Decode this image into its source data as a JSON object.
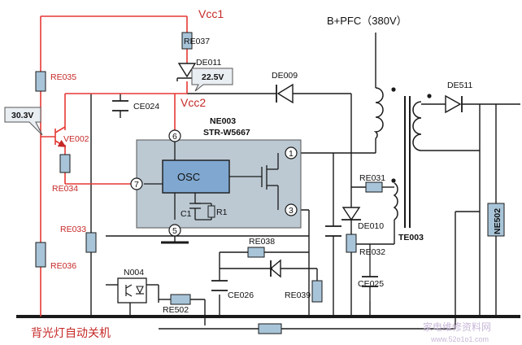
{
  "labels": {
    "vcc1": "Vcc1",
    "vcc2": "Vcc2",
    "bpfc": "B+PFC（380V）",
    "re037": "RE037",
    "de011": "DE011",
    "volt_22_5": "22.5V",
    "re035": "RE035",
    "volt_30_3": "30.3V",
    "ce024": "CE024",
    "ve002": "VE002",
    "re034": "RE034",
    "ne003": "NE003",
    "str_w5667": "STR-W5667",
    "osc": "OSC",
    "c1": "C1",
    "r1": "R1",
    "pin1": "1",
    "pin3": "3",
    "pin5": "5",
    "pin6": "6",
    "pin7": "7",
    "de009": "DE009",
    "de511": "DE511",
    "re031": "RE031",
    "de010": "DE010",
    "te003": "TE003",
    "re032": "RE032",
    "ne502": "NE502",
    "re033": "RE033",
    "re036": "RE036",
    "re038": "RE038",
    "n004": "N004",
    "ce026": "CE026",
    "re039": "RE039",
    "ce025": "CE025",
    "re502": "RE502",
    "caption": "背光灯自动关机",
    "watermark": "家电维修资料网",
    "watermark_url": "www.52o1o1.com"
  },
  "colors": {
    "red_wire": "#e53935",
    "wire": "#1a1a1a",
    "chip_fill": "#bcc9d3",
    "osc_fill": "#7fa7d0",
    "component_fill": "#a8c4d8",
    "callout_fill": "#e9eef3",
    "watermark": "#c8b8d8"
  }
}
